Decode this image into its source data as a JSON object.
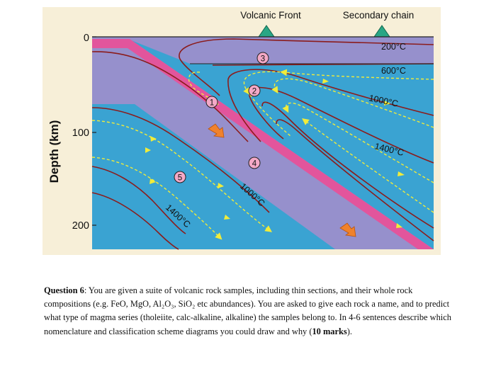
{
  "figure": {
    "labels": {
      "volcanic_front": "Volcanic Front",
      "secondary_chain": "Secondary chain",
      "y_axis": "Depth (km)",
      "y_ticks": [
        "0",
        "100",
        "200"
      ],
      "isotherms": [
        "200°C",
        "600°C",
        "1000°C",
        "1400°C",
        "1000°C",
        "1400°C"
      ],
      "sites": [
        "1",
        "2",
        "3",
        "4",
        "5"
      ]
    },
    "colors": {
      "background": "#f7efd8",
      "mantle": "#3aa3d2",
      "slab": "#9690cc",
      "slab_top": "#e2559c",
      "isotherm": "#8b1c1c",
      "flow_arrows": "#f1ec3a",
      "volcano": "#2aa685",
      "direction_arrows": "#f0822c"
    }
  },
  "question": {
    "label": "Question 6",
    "body": ": You are given a suite of volcanic rock samples, including thin sections, and their whole rock compositions (e.g. FeO, MgO, Al₂O₃, SiO₂ etc abundances). You are asked to give each rock a name, and to predict what type of magma series (tholeiite, calc-alkaline, alkaline) the samples belong to. In 4-6 sentences describe which nomenclature and classification scheme diagrams you could draw and why (",
    "marks": "10 marks",
    "end": ")."
  }
}
